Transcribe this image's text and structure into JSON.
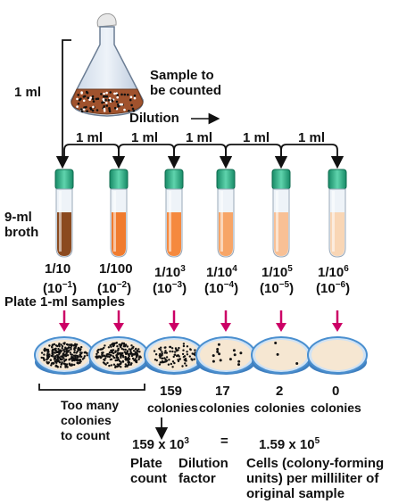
{
  "sample_label": [
    "Sample to",
    "be counted"
  ],
  "first_transfer": "1 ml",
  "dilution_label": "Dilution",
  "transfer_label": "1 ml",
  "broth_label": [
    "9-ml",
    "broth"
  ],
  "plate_label": "Plate 1-ml samples",
  "tubes": [
    {
      "fraction": "1/10",
      "exponent_text": "(10",
      "exp": "−1",
      "fill": "#8b4a1f",
      "frac_exp": ""
    },
    {
      "fraction": "1/100",
      "exponent_text": "(10",
      "exp": "−2",
      "fill": "#f07b2e",
      "frac_exp": ""
    },
    {
      "fraction": "1/10",
      "exponent_text": "(10",
      "exp": "−3",
      "fill": "#f5893e",
      "frac_exp": "3"
    },
    {
      "fraction": "1/10",
      "exponent_text": "(10",
      "exp": "−4",
      "fill": "#f7a567",
      "frac_exp": "4"
    },
    {
      "fraction": "1/10",
      "exponent_text": "(10",
      "exp": "−5",
      "fill": "#f8c095",
      "frac_exp": "5"
    },
    {
      "fraction": "1/10",
      "exponent_text": "(10",
      "exp": "−6",
      "fill": "#f9d6b5",
      "frac_exp": "6"
    }
  ],
  "plates": [
    {
      "count": "",
      "density": 1.0
    },
    {
      "count": "",
      "density": 0.8
    },
    {
      "count": "159",
      "label": "colonies",
      "density": 0.35
    },
    {
      "count": "17",
      "label": "colonies",
      "density": 0.05
    },
    {
      "count": "2",
      "label": "colonies",
      "density": 0.01
    },
    {
      "count": "0",
      "label": "colonies",
      "density": 0
    }
  ],
  "too_many": [
    "Too many",
    "colonies",
    "to count"
  ],
  "equation": {
    "plate_count": "159 x 10",
    "plate_exp": "3",
    "equals": "=",
    "result": "1.59 x 10",
    "result_exp": "5"
  },
  "legend": {
    "plate_count": [
      "Plate",
      "count"
    ],
    "dilution_factor": [
      "Dilution",
      "factor"
    ],
    "cells": [
      "Cells (colony-forming",
      "units) per milliliter of",
      "original sample"
    ]
  },
  "colors": {
    "cap": "#2bb58a",
    "arrow": "#cc0066",
    "petri_rim": "#4a8fcf",
    "agar": "#f6e7d2"
  }
}
